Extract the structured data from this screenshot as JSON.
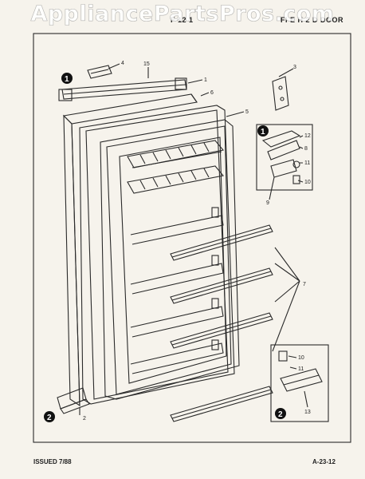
{
  "header": {
    "left": "F 12 1",
    "right": "FI E H 2 D DOOR"
  },
  "watermark": "AppliancePartsPros.com",
  "footer": {
    "issued": "ISSUED 7/88",
    "code": "A-23-12"
  },
  "callouts": {
    "c1": "1",
    "c2": "2",
    "c3": "3",
    "c4": "4",
    "c5": "5",
    "c6": "6",
    "c7": "7",
    "c8": "8",
    "c9": "9",
    "c10": "10",
    "c11": "11",
    "c12": "12",
    "c13": "13",
    "c15": "15",
    "d10": "10",
    "d11": "11",
    "d13": "13"
  },
  "badges": {
    "b1a": "1",
    "b1b": "1",
    "b2a": "2",
    "b2b": "2"
  }
}
